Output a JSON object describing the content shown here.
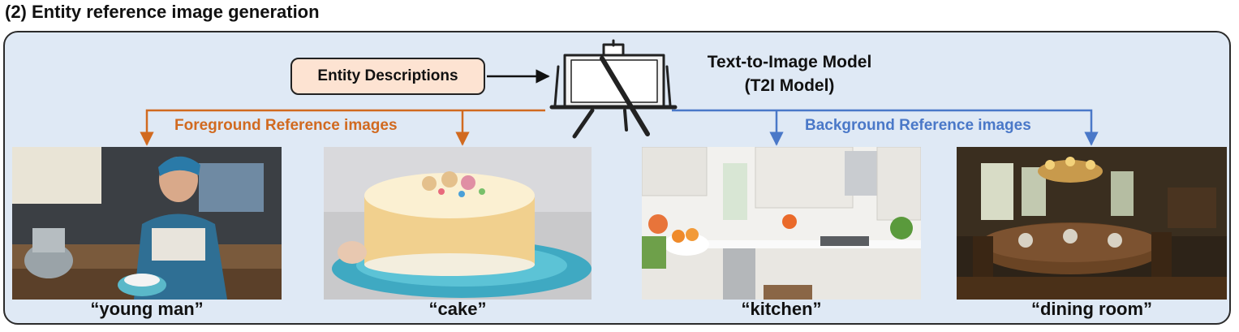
{
  "section_title": "(2) Entity reference image generation",
  "input_box": {
    "label": "Entity Descriptions"
  },
  "model": {
    "line1": "Text-to-Image Model",
    "line2": "(T2I Model)",
    "icon": "easel-icon"
  },
  "branches": {
    "foreground": {
      "label": "Foreground Reference images",
      "color": "#d16a20"
    },
    "background": {
      "label": "Background Reference images",
      "color": "#4a78c8"
    }
  },
  "images": [
    {
      "caption": "“young man”",
      "icon": "young-man-photo"
    },
    {
      "caption": "“cake”",
      "icon": "cake-photo"
    },
    {
      "caption": "“kitchen”",
      "icon": "kitchen-photo"
    },
    {
      "caption": "“dining room”",
      "icon": "dining-room-photo"
    }
  ],
  "colors": {
    "panel": "#dfe9f5",
    "input_box": "#fde3d2",
    "border": "#2b2b2b"
  }
}
